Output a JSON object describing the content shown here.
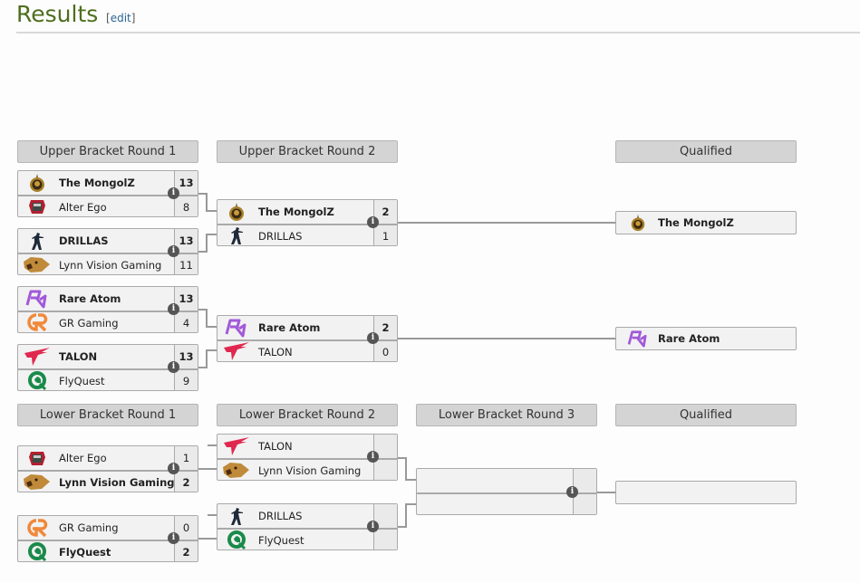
{
  "heading": {
    "title": "Results",
    "edit_open": "[",
    "edit_label": "edit",
    "edit_close": "]"
  },
  "rounds": {
    "ub1": "Upper Bracket Round 1",
    "ub2": "Upper Bracket Round 2",
    "ubq": "Qualified",
    "lb1": "Lower Bracket Round 1",
    "lb2": "Lower Bracket Round 2",
    "lb3": "Lower Bracket Round 3",
    "lbq": "Qualified"
  },
  "matches": {
    "ub1_m1": {
      "top": {
        "team": "The MongolZ",
        "score": "13",
        "logo": "mongolz"
      },
      "bottom": {
        "team": "Alter Ego",
        "score": "8",
        "logo": "alterego"
      }
    },
    "ub1_m2": {
      "top": {
        "team": "DRILLAS",
        "score": "13",
        "logo": "drillas"
      },
      "bottom": {
        "team": "Lynn Vision Gaming",
        "score": "11",
        "logo": "lynn"
      }
    },
    "ub1_m3": {
      "top": {
        "team": "Rare Atom",
        "score": "13",
        "logo": "rareatom"
      },
      "bottom": {
        "team": "GR Gaming",
        "score": "4",
        "logo": "gr"
      }
    },
    "ub1_m4": {
      "top": {
        "team": "TALON",
        "score": "13",
        "logo": "talon"
      },
      "bottom": {
        "team": "FlyQuest",
        "score": "9",
        "logo": "flyquest"
      }
    },
    "ub2_m1": {
      "top": {
        "team": "The MongolZ",
        "score": "2",
        "logo": "mongolz"
      },
      "bottom": {
        "team": "DRILLAS",
        "score": "1",
        "logo": "drillas"
      }
    },
    "ub2_m2": {
      "top": {
        "team": "Rare Atom",
        "score": "2",
        "logo": "rareatom"
      },
      "bottom": {
        "team": "TALON",
        "score": "0",
        "logo": "talon"
      }
    },
    "lb1_m1": {
      "top": {
        "team": "Alter Ego",
        "score": "1",
        "logo": "alterego"
      },
      "bottom": {
        "team": "Lynn Vision Gaming",
        "score": "2",
        "logo": "lynn"
      }
    },
    "lb1_m2": {
      "top": {
        "team": "GR Gaming",
        "score": "0",
        "logo": "gr"
      },
      "bottom": {
        "team": "FlyQuest",
        "score": "2",
        "logo": "flyquest"
      }
    },
    "lb2_m1": {
      "top": {
        "team": "TALON",
        "score": "",
        "logo": "talon"
      },
      "bottom": {
        "team": "Lynn Vision Gaming",
        "score": "",
        "logo": "lynn"
      }
    },
    "lb2_m2": {
      "top": {
        "team": "DRILLAS",
        "score": "",
        "logo": "drillas"
      },
      "bottom": {
        "team": "FlyQuest",
        "score": "",
        "logo": "flyquest"
      }
    },
    "lb3_m1": {
      "top": {
        "team": "",
        "score": ""
      },
      "bottom": {
        "team": "",
        "score": ""
      }
    }
  },
  "qualified": {
    "upper1": {
      "team": "The MongolZ",
      "logo": "mongolz"
    },
    "upper2": {
      "team": "Rare Atom",
      "logo": "rareatom"
    },
    "lower1": {
      "team": ""
    }
  },
  "info_icon": "i",
  "colors": {
    "title_green": "#4e6e1e",
    "header_bg": "#d4d4d4",
    "slot_bg": "#f2f2f2",
    "talon_red": "#e0284f",
    "rareatom_purple": "#a259d9",
    "gr_orange": "#f0893a",
    "flyquest_green": "#1a8a4a"
  }
}
